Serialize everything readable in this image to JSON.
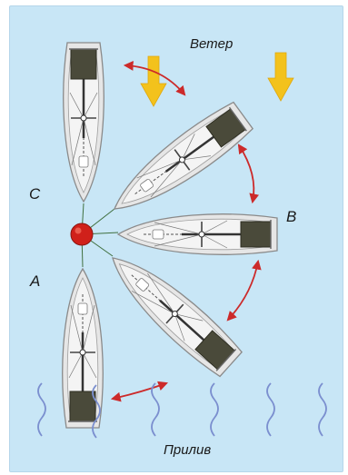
{
  "labels": {
    "wind": "Ветер",
    "tide": "Прилив",
    "position_a": "A",
    "position_b": "B",
    "position_c": "C"
  },
  "colors": {
    "background": "#c8e6f6",
    "hull": "#e6e6e6",
    "hull_outline": "#8a8a8a",
    "cockpit": "#4a4a3a",
    "anchor": "#d0201a",
    "swing_arrow": "#cc2a2a",
    "wind_arrow": "#f3c21c",
    "tide_wave": "#7b8fcf"
  },
  "icons": {
    "wind": "wind-arrow-icon",
    "tide": "tide-wave-icon",
    "anchor": "anchor-point-icon"
  }
}
